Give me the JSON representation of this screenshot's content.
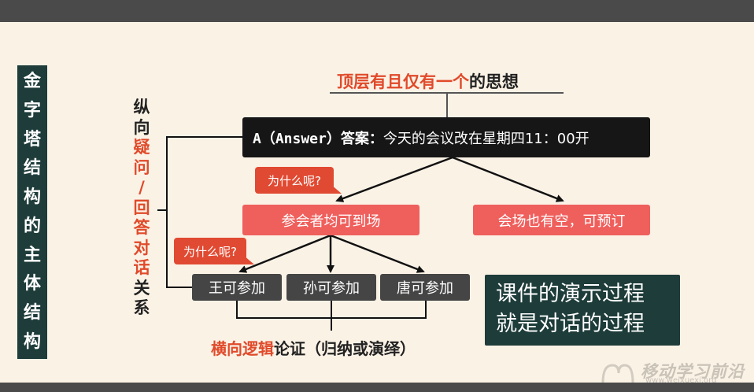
{
  "side_title": [
    "金",
    "字",
    "塔",
    "结",
    "构",
    "的",
    "主",
    "体",
    "结",
    "构"
  ],
  "vertical_label": [
    {
      "t": "纵",
      "c": "dark"
    },
    {
      "t": "向",
      "c": "dark"
    },
    {
      "t": "疑",
      "c": "red"
    },
    {
      "t": "问",
      "c": "red"
    },
    {
      "t": "/",
      "c": "red"
    },
    {
      "t": "回",
      "c": "red"
    },
    {
      "t": "答",
      "c": "red"
    },
    {
      "t": "对",
      "c": "red"
    },
    {
      "t": "话",
      "c": "red"
    },
    {
      "t": "关",
      "c": "dark"
    },
    {
      "t": "系",
      "c": "dark"
    }
  ],
  "top_title": {
    "red": "顶层有且仅有一个",
    "dark": "的思想"
  },
  "answer": {
    "label": "A（Answer）答案：",
    "text": "今天的会议改在星期四11：00开"
  },
  "question_bubble_1": "为什么呢?",
  "question_bubble_2": "为什么呢?",
  "node_left": "参会者均可到场",
  "node_right": "会场也有空，可预订",
  "leaves": [
    "王可参加",
    "孙可参加",
    "唐可参加"
  ],
  "horizontal_title": {
    "red": "横向逻辑",
    "dark": "论证（归纳或演绎）"
  },
  "course_note": [
    "课件的演示过程",
    "就是对话的过程"
  ],
  "watermark": {
    "main": "移动学习前沿",
    "sub": "www.weixuexi.org"
  },
  "colors": {
    "accent_red": "#e04a2a",
    "dark_panel": "#1d3c3a",
    "pink_node": "#ef5f5c",
    "background": "#fbf2e6"
  }
}
